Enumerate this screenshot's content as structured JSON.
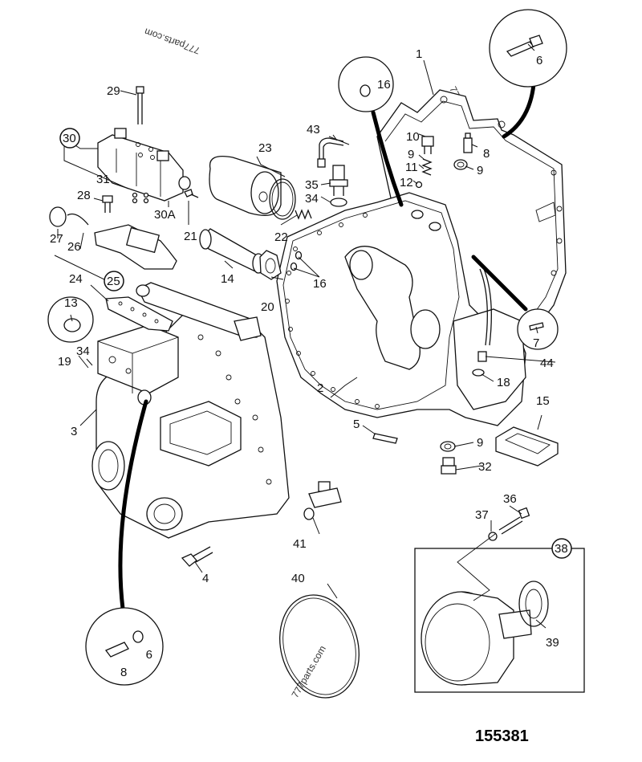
{
  "figure": {
    "part_number": "155381",
    "watermark": "777parts.com"
  },
  "callouts": {
    "c1": "1",
    "c2": "2",
    "c3": "3",
    "c4": "4",
    "c5": "5",
    "c6": "6",
    "c7": "7",
    "c8a": "8",
    "c8b": "8",
    "c9a": "9",
    "c9b": "9",
    "c9c": "9",
    "c9d": "9",
    "c10": "10",
    "c11": "11",
    "c12": "12",
    "c13": "13",
    "c14": "14",
    "c15": "15",
    "c16a": "16",
    "c16b": "16",
    "c18": "18",
    "c19": "19",
    "c20": "20",
    "c21": "21",
    "c22": "22",
    "c23": "23",
    "c24": "24",
    "c25": "25",
    "c26": "26",
    "c27": "27",
    "c28": "28",
    "c29": "29",
    "c30": "30",
    "c30a": "30A",
    "c31": "31",
    "c32": "32",
    "c34a": "34",
    "c34b": "34",
    "c35": "35",
    "c36": "36",
    "c37": "37",
    "c38": "38",
    "c39": "39",
    "c40": "40",
    "c41": "41",
    "c43": "43",
    "c44": "44"
  }
}
